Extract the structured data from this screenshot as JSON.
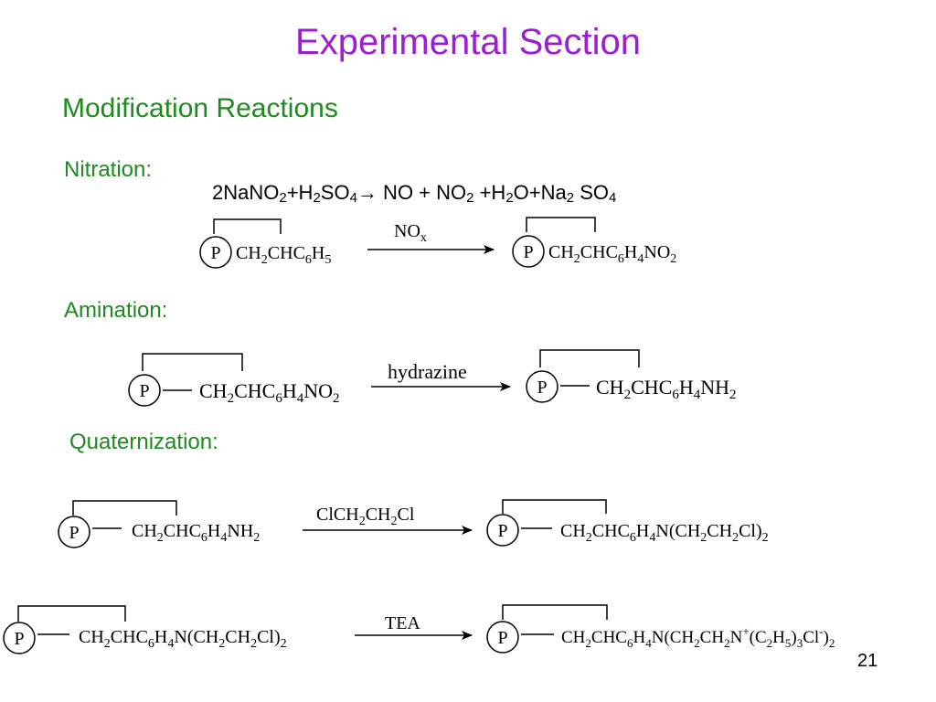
{
  "slide": {
    "title": "Experimental Section",
    "subtitle": "Modification Reactions",
    "page_number": "21"
  },
  "sections": {
    "nitration": {
      "label": "Nitration:"
    },
    "amination": {
      "label": "Amination:"
    },
    "quaternization": {
      "label": "Quaternization:"
    }
  },
  "equation": {
    "reactant_1": "2NaNO",
    "reactant_1_sub": "2",
    "plus_1": "+H",
    "h2_sub": "2",
    "so4": "SO",
    "so4_sub": "4",
    "arrow": "→",
    "product_1": " NO + NO",
    "product_1_sub": "2",
    "plus_2": " +H",
    "h2o_sub": "2",
    "water": "O+Na",
    "na_sub": "2",
    "so4_2": " SO",
    "so4_2_sub": "4"
  },
  "polymer_label": "P",
  "reactions": {
    "nitration": {
      "reagent": {
        "main": "NO",
        "sub": "x"
      }
    },
    "amination": {
      "reagent": {
        "main": "hydrazine"
      }
    },
    "quaternization_1": {
      "reagent": {
        "main": "ClCH",
        "sub1": "2",
        "mid": "CH",
        "sub2": "2",
        "end": "Cl"
      }
    },
    "quaternization_2": {
      "reagent": {
        "main": "TEA"
      }
    }
  },
  "formula_parts": {
    "ch": "CH",
    "chc": "CHC",
    "h": "H",
    "no": "NO",
    "nh": "NH",
    "n_open": "N(CH",
    "cl_close": "Cl)",
    "n_plus": "N",
    "plus": "+",
    "c": "(C",
    "h_close": "H",
    "paren": ")",
    "cl": "Cl",
    "minus": "-",
    "ch_close": ")",
    "s2": "2",
    "s3": "3",
    "s4": "4",
    "s5": "5",
    "s6": "6"
  }
}
